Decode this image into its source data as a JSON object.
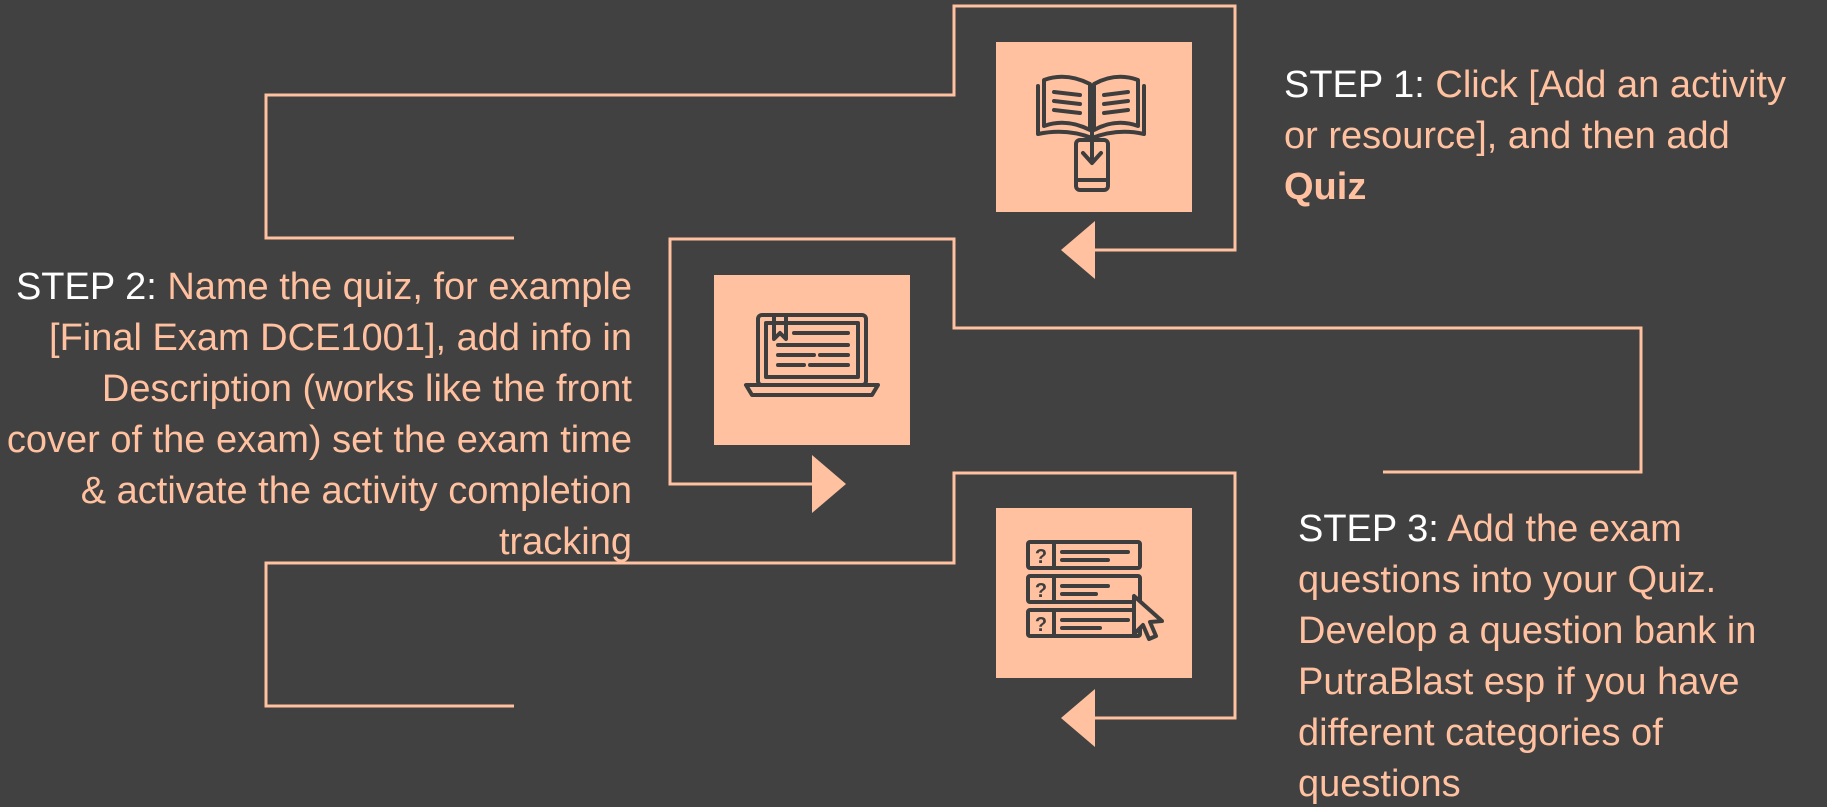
{
  "colors": {
    "background": "#414141",
    "accent": "#FFC19F",
    "label": "#FFFFFF",
    "icon_stroke": "#3E3E3E"
  },
  "steps": [
    {
      "label": "STEP 1:",
      "text": "Click [Add an activity or resource], and then add ",
      "bold": "Quiz",
      "icon": "book-download-icon"
    },
    {
      "label": "STEP 2:",
      "text": "Name the quiz, for example [Final Exam DCE1001], add info in Description (works like the front cover of the exam) set the exam time & activate the activity completion tracking",
      "icon": "laptop-ebook-icon"
    },
    {
      "label": "STEP 3:",
      "text": "Add the exam questions into your Quiz. Develop a question bank in PutraBlast esp if you have different categories of questions",
      "icon": "question-list-icon"
    }
  ]
}
